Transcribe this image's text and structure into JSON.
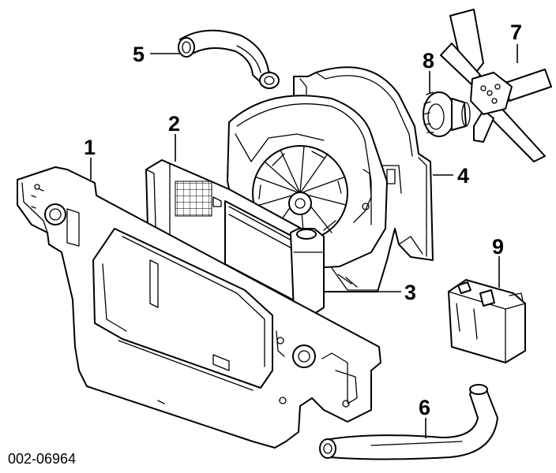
{
  "diagram": {
    "callouts": [
      {
        "id": "1",
        "label": "1"
      },
      {
        "id": "2",
        "label": "2"
      },
      {
        "id": "3",
        "label": "3"
      },
      {
        "id": "4",
        "label": "4"
      },
      {
        "id": "5",
        "label": "5"
      },
      {
        "id": "6",
        "label": "6"
      },
      {
        "id": "7",
        "label": "7"
      },
      {
        "id": "8",
        "label": "8"
      },
      {
        "id": "9",
        "label": "9"
      }
    ],
    "figure_code": "002-06964"
  },
  "colors": {
    "ink": "#000000",
    "paper": "#ffffff"
  }
}
